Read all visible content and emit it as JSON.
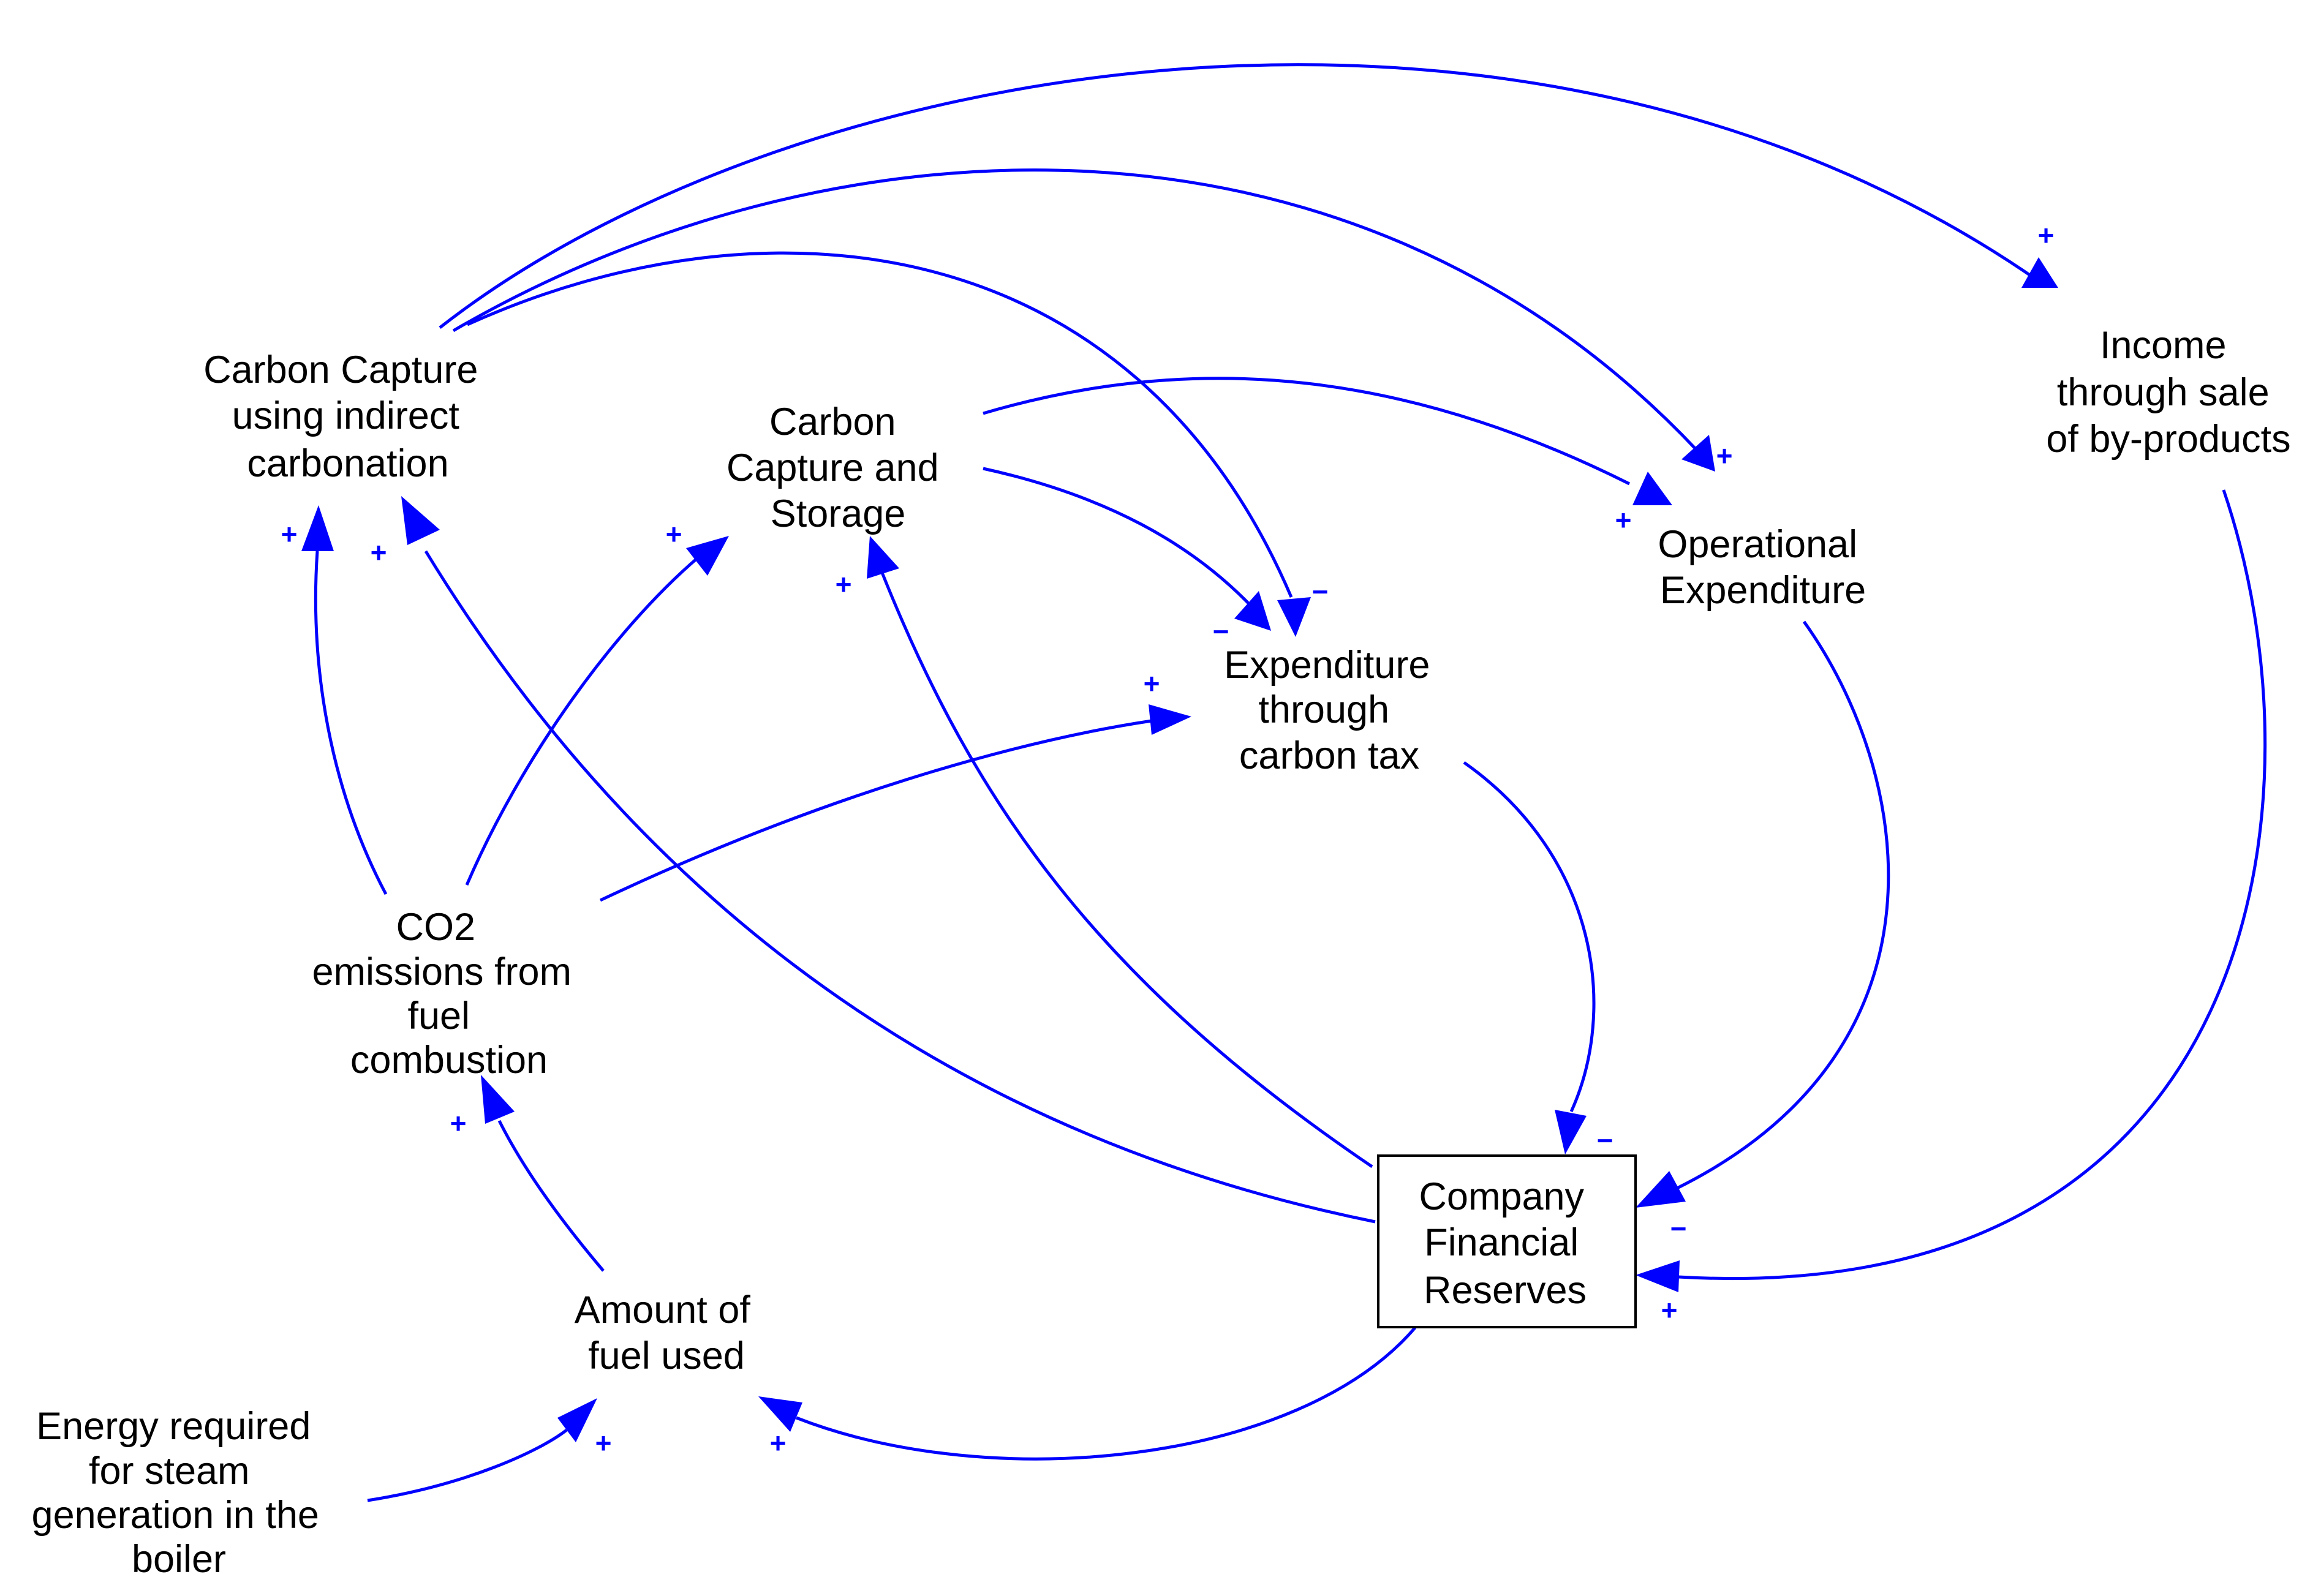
{
  "nodes": {
    "carbon_capture_indirect": {
      "lines": [
        "Carbon Capture",
        "using indirect",
        "carbonation"
      ]
    },
    "carbon_capture_storage": {
      "lines": [
        "Carbon",
        "Capture and",
        "Storage"
      ]
    },
    "operational_expenditure": {
      "lines": [
        "Operational",
        "Expenditure"
      ]
    },
    "income_byproducts": {
      "lines": [
        "Income",
        "through sale",
        "of by-products"
      ]
    },
    "expenditure_carbon_tax": {
      "lines": [
        "Expenditure",
        "through",
        "carbon tax"
      ]
    },
    "co2_emissions": {
      "lines": [
        "CO2",
        "emissions from",
        "fuel",
        "combustion"
      ]
    },
    "company_financial_reserves": {
      "lines": [
        "Company",
        "Financial",
        "Reserves"
      ]
    },
    "amount_fuel_used": {
      "lines": [
        "Amount of",
        "fuel used"
      ]
    },
    "energy_required": {
      "lines": [
        "Energy required",
        "for steam",
        "generation in the",
        "boiler"
      ]
    }
  },
  "polarities": {
    "cci_to_income": "+",
    "cci_to_opex": "+",
    "cci_to_tax": "−",
    "ccs_to_tax": "−",
    "ccs_to_opex": "+",
    "co2_to_cci": "+",
    "reserves_to_cci": "+",
    "co2_to_ccs": "+",
    "reserves_to_ccs": "+",
    "co2_to_tax": "+",
    "tax_to_reserves": "−",
    "opex_to_reserves": "−",
    "income_to_reserves": "+",
    "reserves_to_fuel": "+",
    "energy_to_fuel": "+",
    "fuel_to_co2": "+"
  },
  "colors": {
    "link": "#0000ff",
    "text": "#000000",
    "stock_border": "#000000"
  }
}
